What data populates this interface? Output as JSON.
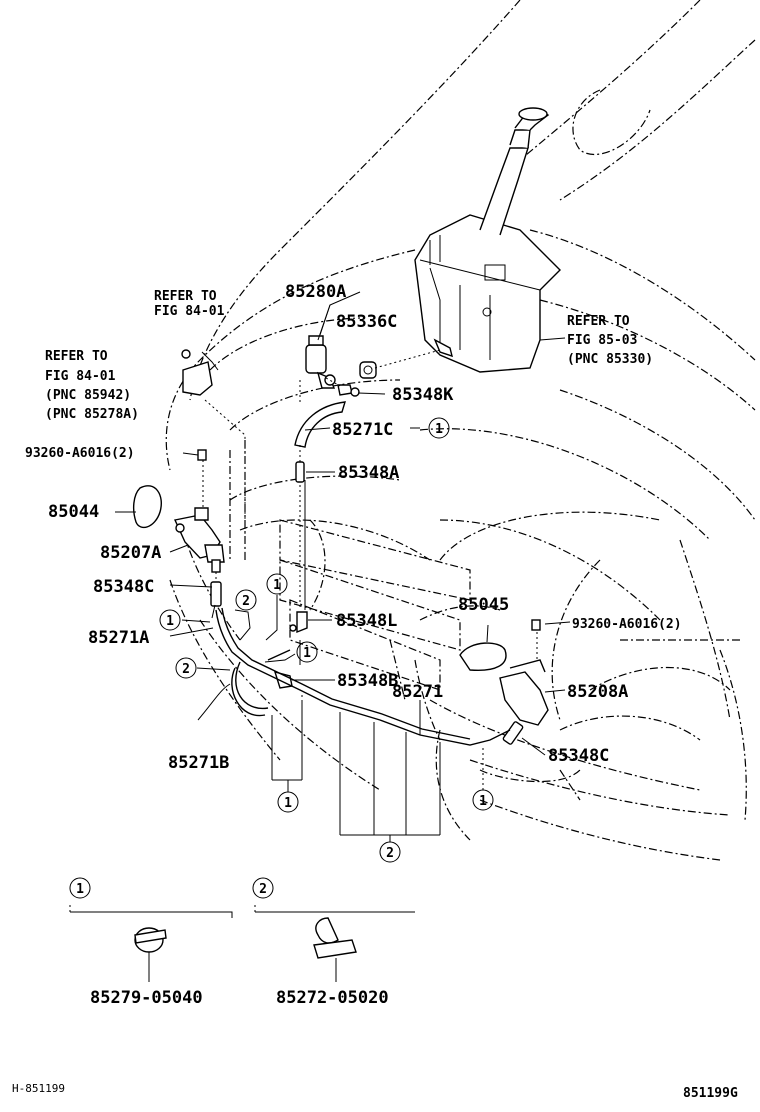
{
  "refs": {
    "ref1_l1": "REFER TO",
    "ref1_l2": "FIG 84-01",
    "ref2_l1": "REFER TO",
    "ref2_l2": "FIG 84-01",
    "ref2_l3": "(PNC 85942)",
    "ref2_l4": "(PNC 85278A)",
    "ref3_l1": "REFER TO",
    "ref3_l2": "FIG 85-03",
    "ref3_l3": "(PNC 85330)"
  },
  "labels": {
    "p85280A": "85280A",
    "p85336C": "85336C",
    "p85348K": "85348K",
    "p85271C": "85271C",
    "p85348A": "85348A",
    "p93260_left": "93260-A6016(2)",
    "p85044": "85044",
    "p85207A": "85207A",
    "p85348C_left": "85348C",
    "p85271A": "85271A",
    "p85348L": "85348L",
    "p85045": "85045",
    "p93260_right": "93260-A6016(2)",
    "p85348B": "85348B",
    "p85271": "85271",
    "p85208A": "85208A",
    "p85348C_right": "85348C",
    "p85271B": "85271B",
    "p85279": "85279-05040",
    "p85272": "85272-05020"
  },
  "callouts": {
    "one": "1",
    "two": "2"
  },
  "footer": {
    "left_code": "H-851199",
    "right_code": "851199G"
  }
}
